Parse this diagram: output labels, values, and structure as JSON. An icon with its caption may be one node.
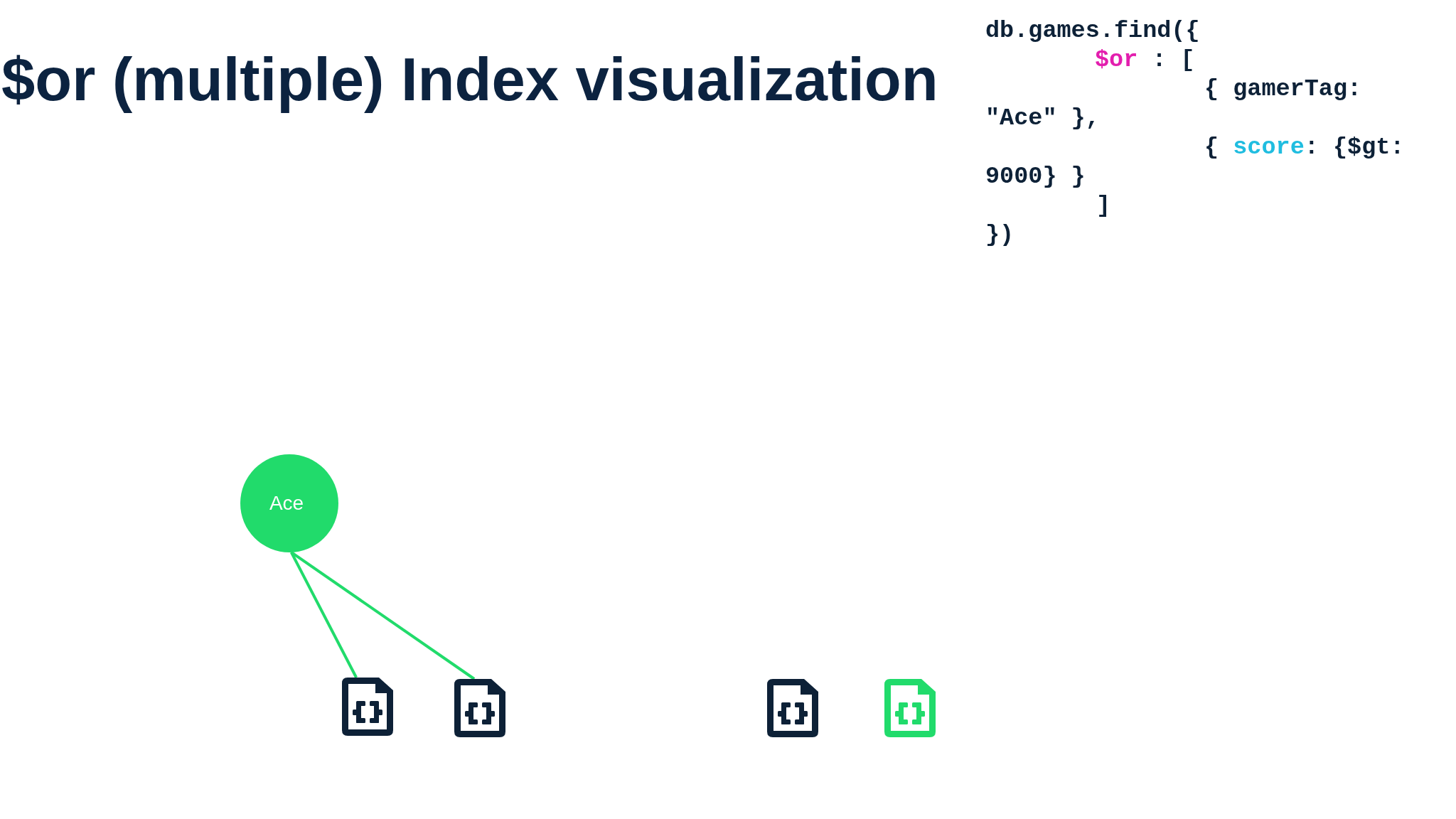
{
  "diagram": {
    "title": "$or (multiple) Index visualization",
    "nodes": [
      {
        "text": [
          "Ace"
        ]
      },
      {
        "text": [],
        "shape": "document"
      },
      {
        "text": [],
        "shape": "document"
      },
      {
        "text": [],
        "shape": "document"
      },
      {
        "text": [],
        "shape": "document"
      }
    ],
    "edges": [
      {
        "from": 0,
        "to": 1,
        "arrow": "none"
      },
      {
        "from": 0,
        "to": 2,
        "arrow": "none"
      }
    ],
    "labels": [
      "db.games.find({",
      "$or : [",
      "{ gamerTag:",
      "\"Ace\" },",
      "{ score: {$gt:",
      "9000} }",
      "]",
      "})"
    ]
  }
}
